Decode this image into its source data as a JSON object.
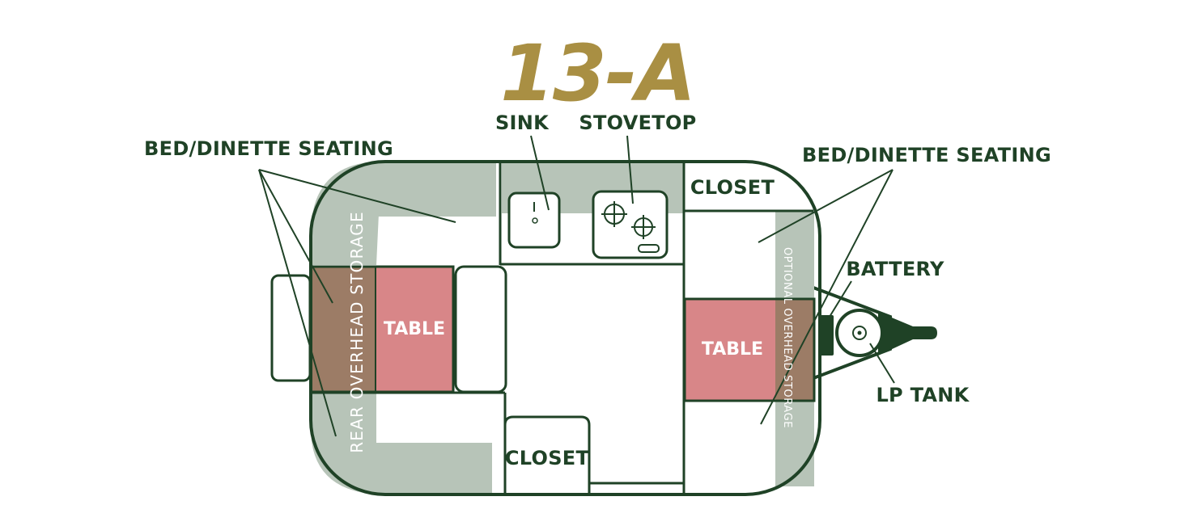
{
  "title": "13-A",
  "labels": {
    "sink": "SINK",
    "stovetop": "STOVETOP",
    "bed_left": "BED/DINETTE SEATING",
    "bed_right": "BED/DINETTE SEATING",
    "closet_top": "CLOSET",
    "closet_bottom": "CLOSET",
    "table_left": "TABLE",
    "table_right": "TABLE",
    "battery": "BATTERY",
    "lp_tank": "LP TANK",
    "rear_storage": "REAR OVERHEAD STORAGE",
    "optional_storage": "OPTIONAL OVERHEAD STORAGE"
  },
  "colors": {
    "outline": "#1f4226",
    "title": "#a98f43",
    "storage": "#b7c4b8",
    "bench": "#9c7c66",
    "table": "#d88688"
  }
}
